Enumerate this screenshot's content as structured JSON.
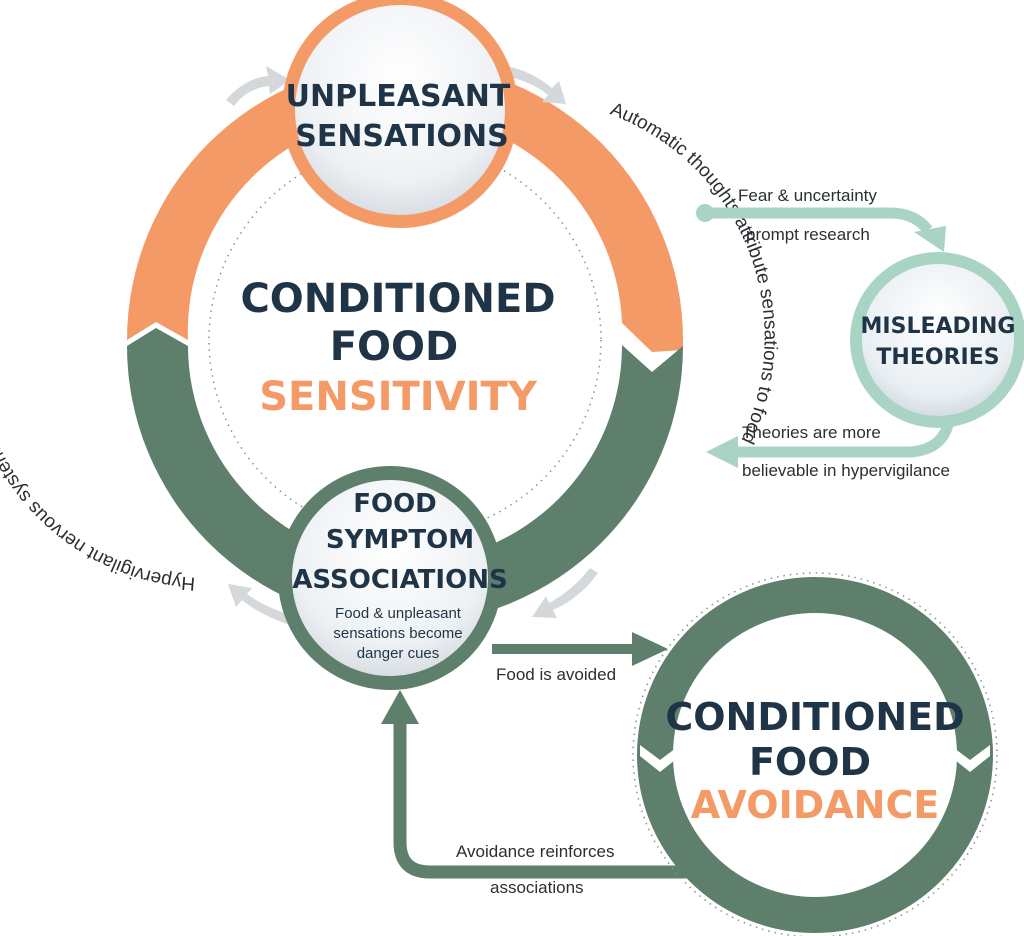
{
  "colors": {
    "orange": "#f49a67",
    "green": "#5d7f6b",
    "navy": "#1f3446",
    "mint": "#a9d4c4",
    "arrow_gray": "#d5d8da"
  },
  "nodes": {
    "unpleasant": {
      "line1": "UNPLEASANT",
      "line2": "SENSATIONS"
    },
    "misleading": {
      "line1": "MISLEADING",
      "line2": "THEORIES"
    },
    "food_symptom": {
      "line1": "FOOD",
      "line2": "SYMPTOM",
      "line3": "ASSOCIATIONS",
      "sub1": "Food & unpleasant",
      "sub2": "sensations become",
      "sub3": "danger cues"
    }
  },
  "sensitivity": {
    "line1": "CONDITIONED",
    "line2": "FOOD",
    "line3": "SENSITIVITY"
  },
  "avoidance": {
    "line1": "CONDITIONED",
    "line2": "FOOD",
    "line3": "AVOIDANCE"
  },
  "labels": {
    "left_arc": "Hypervigilant nervous system reacts to danger cues",
    "right_arc": "Automatic thoughts attribute sensations to food",
    "fear_1": "Fear & uncertainty",
    "fear_2": "prompt research",
    "theories_1": "Theories are more",
    "theories_2": "believable in hypervigilance",
    "food_avoided": "Food is avoided",
    "reinforce_1": "Avoidance reinforces",
    "reinforce_2": "associations"
  }
}
